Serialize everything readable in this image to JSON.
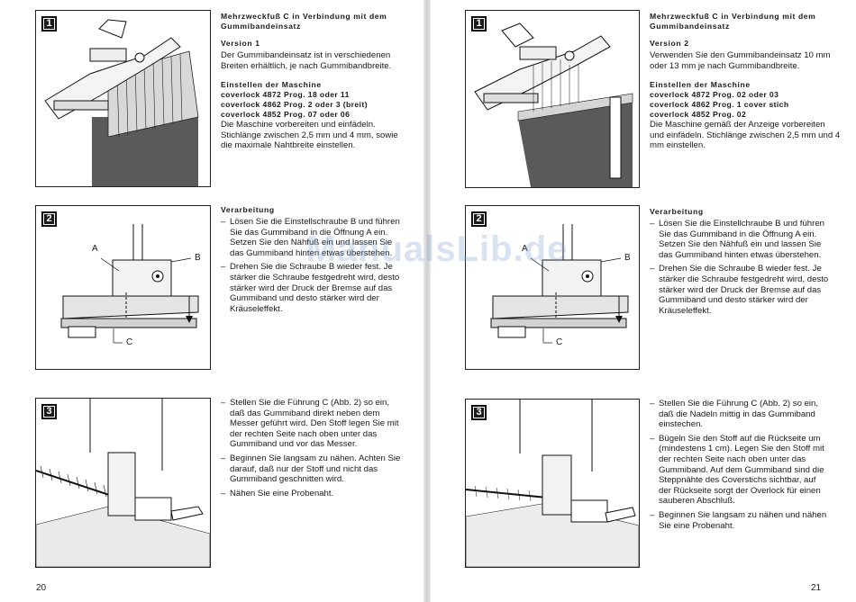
{
  "left": {
    "page_number": "20",
    "fig1": {
      "number": "1",
      "heading": "Mehrzweckfuß C in Verbindung mit dem Gummibandeinsatz",
      "version": "Version 1",
      "intro": "Der Gummibandeinsatz ist in verschiedenen Breiten erhältlich, je nach Gummibandbreite.",
      "settings_heading": "Einstellen der Maschine",
      "settings": [
        "coverlock 4872 Prog. 18 oder 11",
        "coverlock 4862 Prog. 2 oder 3 (breit)",
        "coverlock 4852 Prog. 07 oder 06"
      ],
      "body": "Die Maschine vorbereiten und einfädeln. Stichlänge zwischen 2,5 mm und 4 mm, sowie die maximale Nahtbreite einstellen."
    },
    "fig2": {
      "number": "2",
      "label_a": "A",
      "label_b": "B",
      "label_c": "C",
      "heading": "Verarbeitung",
      "bullets": [
        "Lösen Sie die Einstellschraube B und führen Sie das Gummiband in die Öffnung A ein. Setzen Sie den Nähfuß ein und lassen Sie das Gummiband hinten etwas überstehen.",
        "Drehen Sie die Schraube B wieder fest. Je stärker die Schraube festgedreht wird, desto stärker wird der Druck der Bremse auf das Gummiband und desto stärker wird der Kräuseleffekt."
      ]
    },
    "fig3": {
      "number": "3",
      "bullets": [
        "Stellen Sie die Führung C (Abb. 2) so ein, daß das Gummiband direkt neben dem Messer geführt wird. Den Stoff legen Sie mit der rechten Seite nach oben unter das Gummiband und vor das Messer.",
        "Beginnen Sie langsam zu nähen. Achten Sie darauf, daß nur der Stoff und nicht das Gummiband geschnitten wird.",
        "Nähen Sie eine Probenaht."
      ]
    }
  },
  "right": {
    "page_number": "21",
    "fig1": {
      "number": "1",
      "heading": "Mehrzweckfuß C in Verbindung mit dem Gummibandeinsatz",
      "version": "Version 2",
      "intro": "Verwenden Sie den Gummibandeinsatz 10 mm oder 13 mm je nach Gummibandbreite.",
      "settings_heading": "Einstellen der Maschine",
      "settings": [
        "coverlock 4872 Prog. 02 oder 03",
        "coverlock 4862 Prog. 1 cover stich",
        "coverlock 4852 Prog. 02"
      ],
      "body": "Die Maschine gemäß der Anzeige vorbereiten und einfädeln. Stichlänge zwischen 2,5 mm und 4 mm einstellen."
    },
    "fig2": {
      "number": "2",
      "label_a": "A",
      "label_b": "B",
      "label_c": "C",
      "heading": "Verarbeitung",
      "bullets": [
        "Lösen Sie die Einstellchraube B und führen Sie das Gummiband in die Öffnung A ein. Setzen Sie den Nähfuß ein und lassen Sie das Gummiband hinten etwas überstehen.",
        "Drehen Sie die Schraube B wieder fest. Je stärker die Schraube festgedreht wird, desto stärker wird der Druck der Bremse auf das Gummiband und desto stärker wird der Kräuseleffekt."
      ]
    },
    "fig3": {
      "number": "3",
      "bullets": [
        "Stellen Sie die Führung C (Abb. 2) so ein, daß die Nadeln mittig in das Gummiband einstechen.",
        "Bügeln Sie den Stoff auf die Rückseite um (mindestens 1 cm). Legen Sie den Stoff mit der rechten Seite nach oben unter das Gummiband. Auf dem Gummiband sind die Steppnähte des Coverstichs sichtbar, auf der Rückseite sorgt der Overlock für einen sauberen Abschluß.",
        "Beginnen Sie langsam zu nähen und nähen Sie eine Probenaht."
      ]
    }
  },
  "watermark": "ManualsLib.de"
}
